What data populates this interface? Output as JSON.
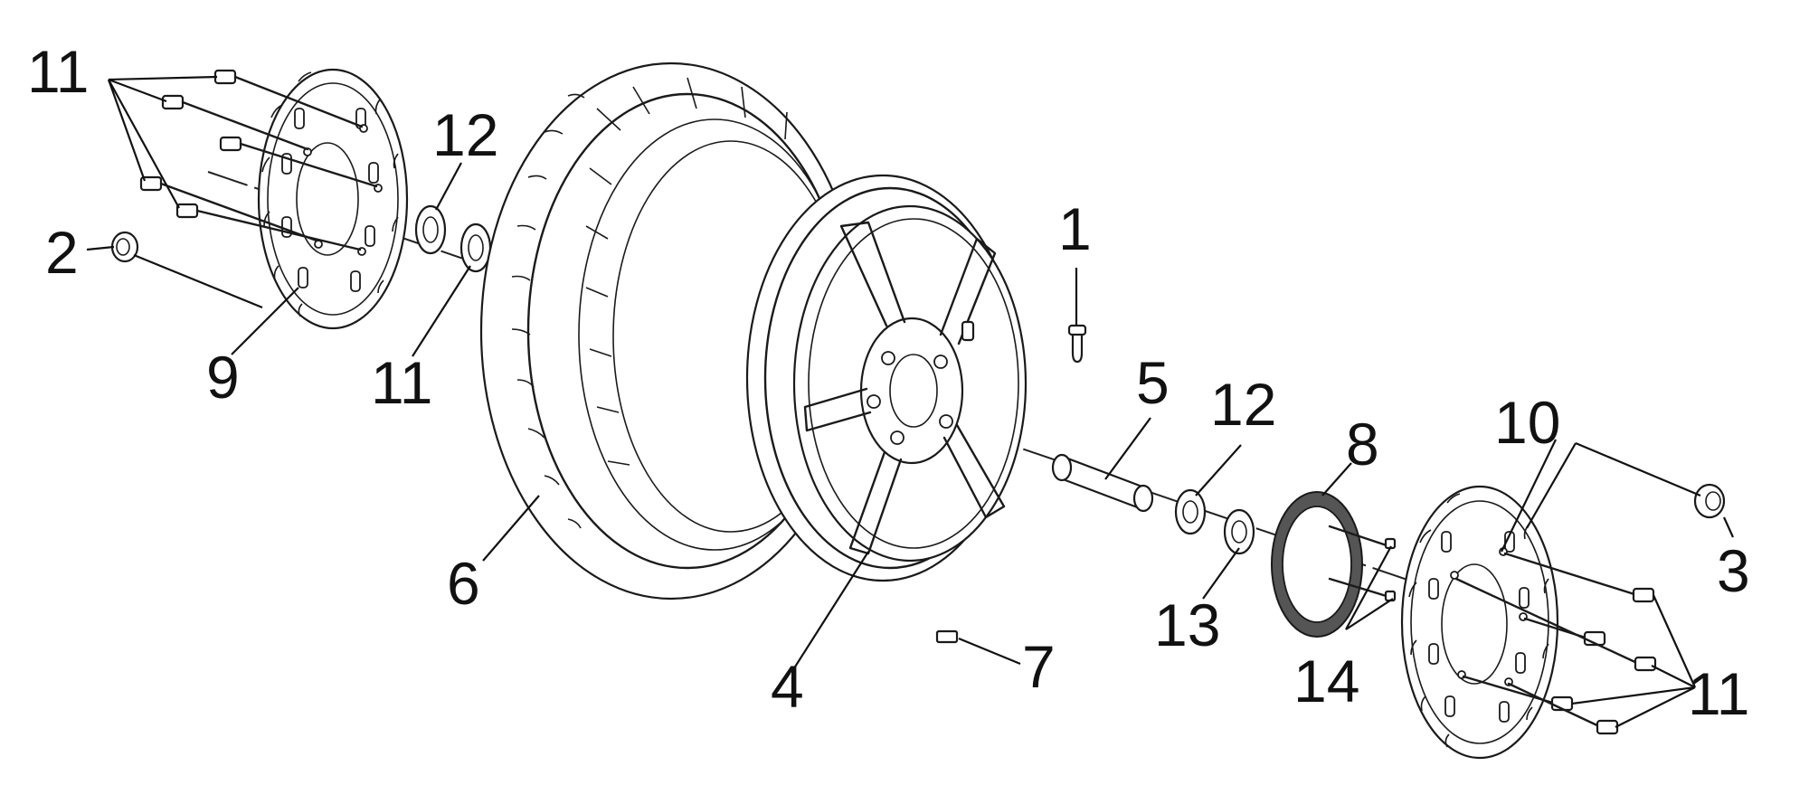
{
  "diagram": {
    "callouts": {
      "c1": "1",
      "c2": "2",
      "c3": "3",
      "c4": "4",
      "c5": "5",
      "c6": "6",
      "c7": "7",
      "c8": "8",
      "c9": "9",
      "c10": "10",
      "c11_top_left": "11",
      "c11_left": "11",
      "c11_bottom_right": "11",
      "c12_left": "12",
      "c12_right": "12",
      "c13": "13",
      "c14": "14"
    }
  }
}
